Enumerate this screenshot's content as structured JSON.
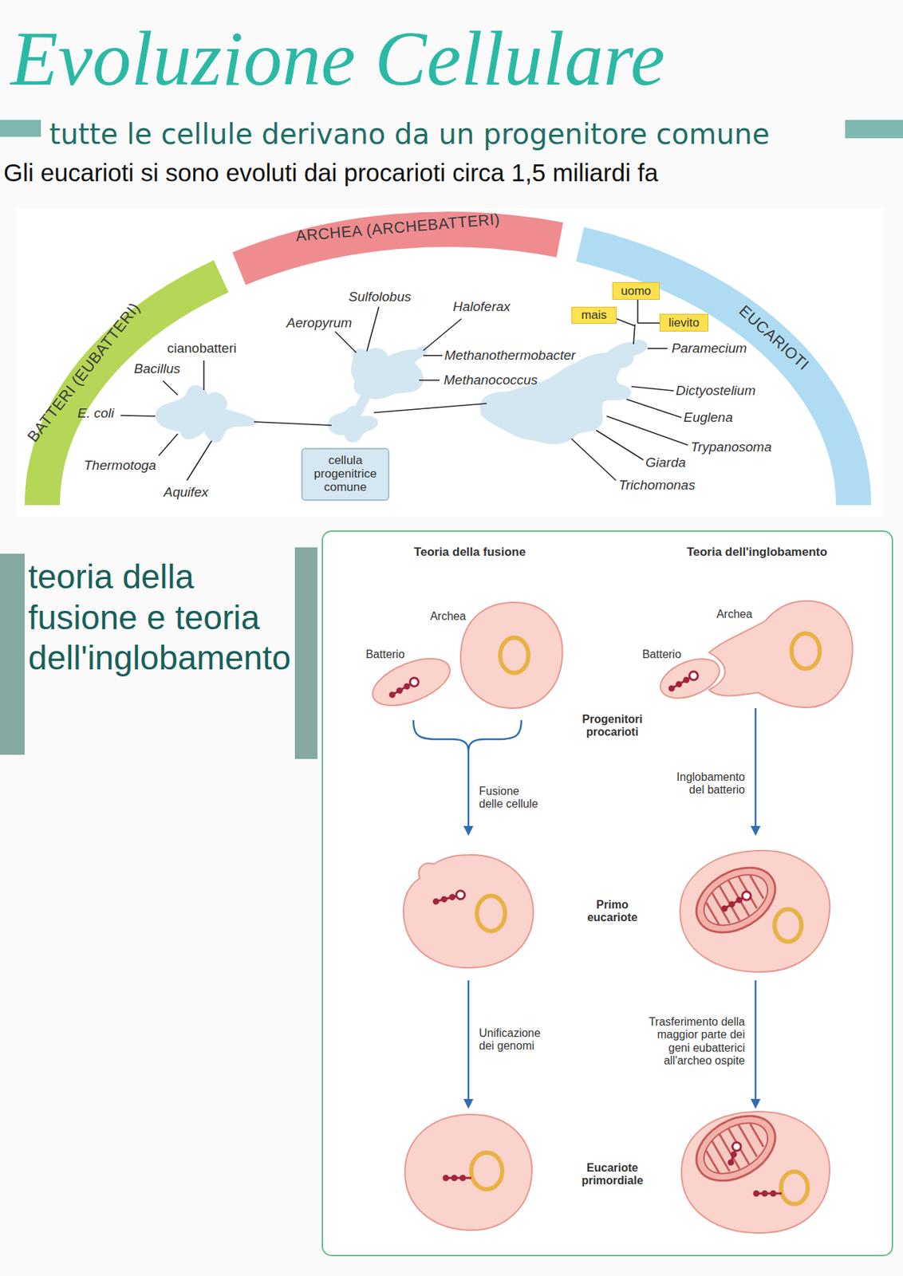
{
  "diagram": {
    "title": "Evoluzione Cellulare",
    "nodes": [
      {
        "text": [
          "BATTERI (EUBATTERI)"
        ]
      },
      {
        "text": [
          "ARCHEA (ARCHEBATTERI)"
        ]
      },
      {
        "text": [
          "EUCARIOTI"
        ]
      },
      {
        "text": [
          "uomo"
        ]
      },
      {
        "text": [
          "mais"
        ]
      },
      {
        "text": [
          "lievito"
        ]
      },
      {
        "text": [
          "cellula progenitrice comune"
        ]
      },
      {
        "text": [
          "teoria della fusione e teoria dell'inglobamento"
        ]
      },
      {
        "text": [
          "Teoria della fusione",
          "Teoria dell'inglobamento"
        ]
      }
    ],
    "labels": [
      "tutte le cellule derivano da un progenitore comune",
      "Gli eucarioti si sono evoluti dai procarioti circa 1,5 miliardi fa",
      "cianobatteri",
      "Bacillus",
      "E. coli",
      "Thermotoga",
      "Aquifex",
      "Sulfolobus",
      "Aeropyrum",
      "Haloferax",
      "Methanothermobacter",
      "Methanococcus",
      "Paramecium",
      "Dictyostelium",
      "Euglena",
      "Trypanosoma",
      "Giarda",
      "Trichomonas",
      "Archea",
      "Batterio",
      "Archea",
      "Batterio",
      "Progenitori procarioti",
      "Fusione delle cellule",
      "Inglobamento del batterio",
      "Primo eucariote",
      "Unificazione dei genomi",
      "Trasferimento della maggior parte dei geni eubatterici all'archeo ospite",
      "Eucariote primordiale"
    ]
  }
}
